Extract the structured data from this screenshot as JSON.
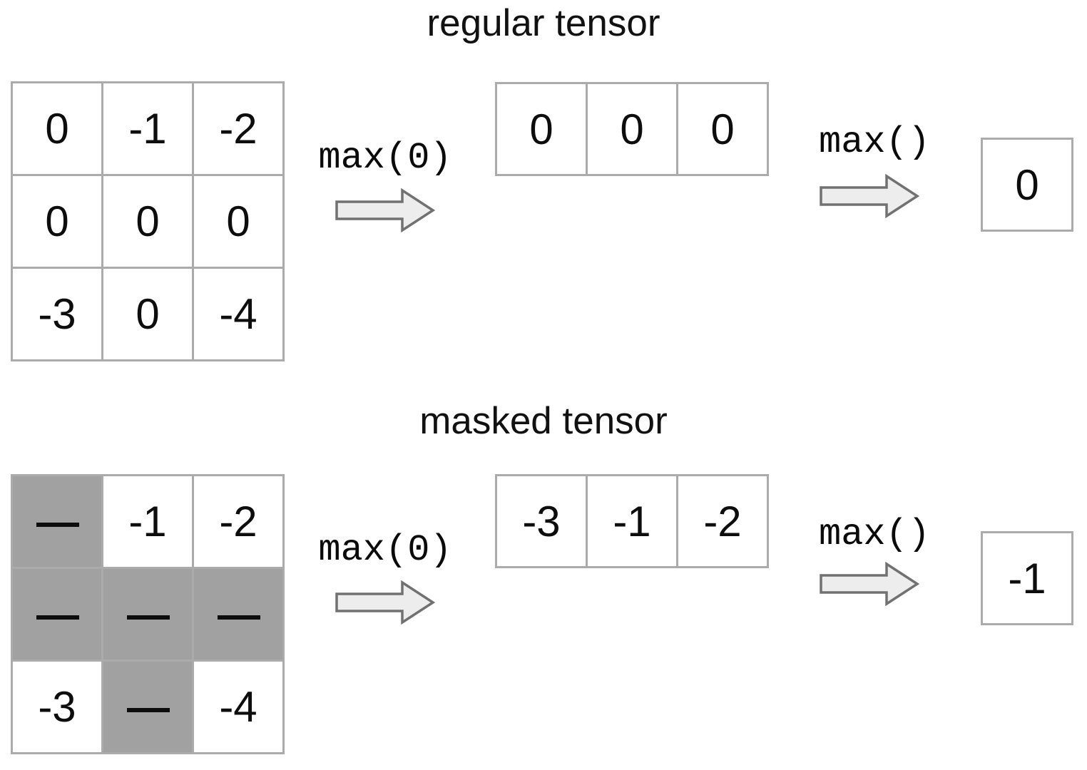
{
  "colors": {
    "grid_line": "#ababab",
    "masked_fill": "#a1a1a1",
    "arrow_fill": "#ededed",
    "arrow_stroke": "#717171",
    "text": "#0d0d0d"
  },
  "sections": [
    {
      "title": "regular tensor",
      "op_dim_label": "max(0)",
      "op_full_label": "max()",
      "grid": [
        [
          "0",
          "-1",
          "-2"
        ],
        [
          "0",
          "0",
          "0"
        ],
        [
          "-3",
          "0",
          "-4"
        ]
      ],
      "masked": [
        [
          false,
          false,
          false
        ],
        [
          false,
          false,
          false
        ],
        [
          false,
          false,
          false
        ]
      ],
      "reduced": [
        "0",
        "0",
        "0"
      ],
      "result": "0"
    },
    {
      "title": "masked tensor",
      "op_dim_label": "max(0)",
      "op_full_label": "max()",
      "grid": [
        [
          "—",
          "-1",
          "-2"
        ],
        [
          "—",
          "—",
          "—"
        ],
        [
          "-3",
          "—",
          "-4"
        ]
      ],
      "masked": [
        [
          true,
          false,
          false
        ],
        [
          true,
          true,
          true
        ],
        [
          false,
          true,
          false
        ]
      ],
      "reduced": [
        "-3",
        "-1",
        "-2"
      ],
      "result": "-1"
    }
  ]
}
